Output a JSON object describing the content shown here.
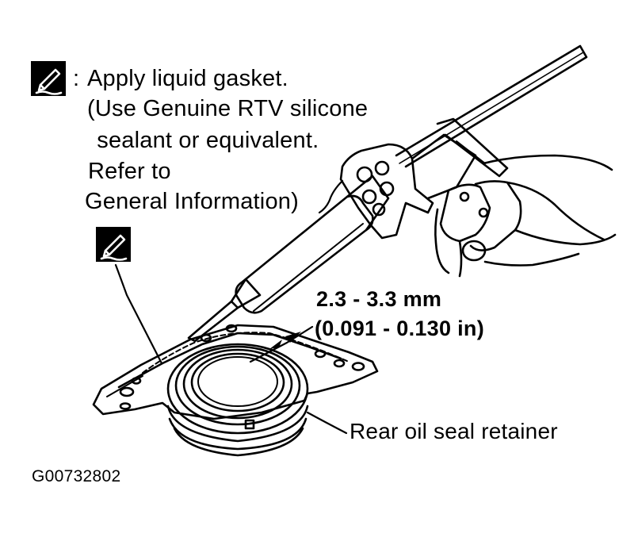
{
  "legend": {
    "icon": "liquid-gasket-icon",
    "separator": ":",
    "lines": [
      "Apply liquid gasket.",
      "(Use Genuine RTV silicone",
      " sealant or equivalent.",
      "Refer to",
      "General Information)"
    ]
  },
  "dimension": {
    "metric": "2.3 - 3.3 mm",
    "imperial": "(0.091 - 0.130 in)"
  },
  "callouts": {
    "retainer": "Rear oil seal retainer"
  },
  "figure_id": "G00732802",
  "colors": {
    "ink": "#000000",
    "paper": "#ffffff"
  }
}
